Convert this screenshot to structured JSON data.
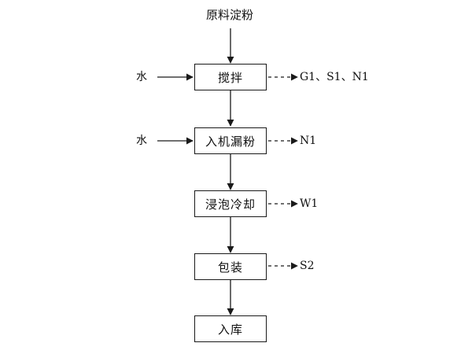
{
  "diagram": {
    "source": "原料淀粉",
    "steps": [
      {
        "id": "mix",
        "label": "搅拌",
        "input": "水",
        "output": "G1、S1、N1"
      },
      {
        "id": "feed",
        "label": "入机漏粉",
        "input": "水",
        "output": "N1"
      },
      {
        "id": "soak",
        "label": "浸泡冷却",
        "input": "",
        "output": "W1"
      },
      {
        "id": "pack",
        "label": "包装",
        "input": "",
        "output": "S2"
      },
      {
        "id": "store",
        "label": "入库",
        "input": "",
        "output": ""
      }
    ]
  }
}
